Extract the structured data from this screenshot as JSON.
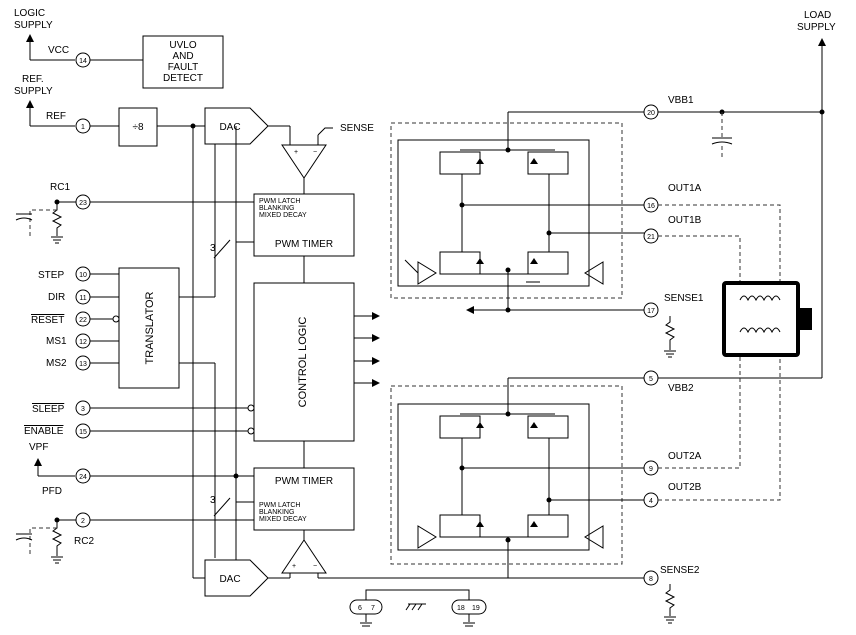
{
  "supplies": {
    "logic_supply": [
      "LOGIC",
      "SUPPLY"
    ],
    "ref_supply": [
      "REF.",
      "SUPPLY"
    ],
    "load_supply": [
      "LOAD",
      "SUPPLY"
    ]
  },
  "blocks": {
    "uvlo": [
      "UVLO",
      "AND",
      "FAULT",
      "DETECT"
    ],
    "divider": "÷8",
    "dac": "DAC",
    "pwm_latch": [
      "PWM LATCH",
      "BLANKING",
      "MIXED DECAY"
    ],
    "pwm_timer": "PWM TIMER",
    "translator": "TRANSLATOR",
    "control_logic": "CONTROL LOGIC",
    "bus_width": "3"
  },
  "left_pins": [
    {
      "label": "VCC",
      "num": "14"
    },
    {
      "label": "REF",
      "num": "1"
    },
    {
      "label": "RC1",
      "num": "23"
    },
    {
      "label": "STEP",
      "num": "10"
    },
    {
      "label": "DIR",
      "num": "11"
    },
    {
      "label": "RESET",
      "num": "22"
    },
    {
      "label": "MS1",
      "num": "12"
    },
    {
      "label": "MS2",
      "num": "13"
    },
    {
      "label": "SLEEP",
      "num": "3"
    },
    {
      "label": "ENABLE",
      "num": "15"
    },
    {
      "label": "VPF",
      "num": "24"
    },
    {
      "label": "PFD",
      "num": ""
    },
    {
      "label": "RC2",
      "num": "2"
    }
  ],
  "right_pins": [
    {
      "label": "VBB1",
      "num": "20"
    },
    {
      "label": "OUT1A",
      "num": "16"
    },
    {
      "label": "OUT1B",
      "num": "21"
    },
    {
      "label": "SENSE1",
      "num": "17"
    },
    {
      "label": "VBB2",
      "num": "5"
    },
    {
      "label": "OUT2A",
      "num": "9"
    },
    {
      "label": "OUT2B",
      "num": "4"
    },
    {
      "label": "SENSE2",
      "num": "8"
    }
  ],
  "misc": {
    "sense": "SENSE",
    "gnd_pins": [
      "6",
      "7",
      "18",
      "19"
    ]
  }
}
